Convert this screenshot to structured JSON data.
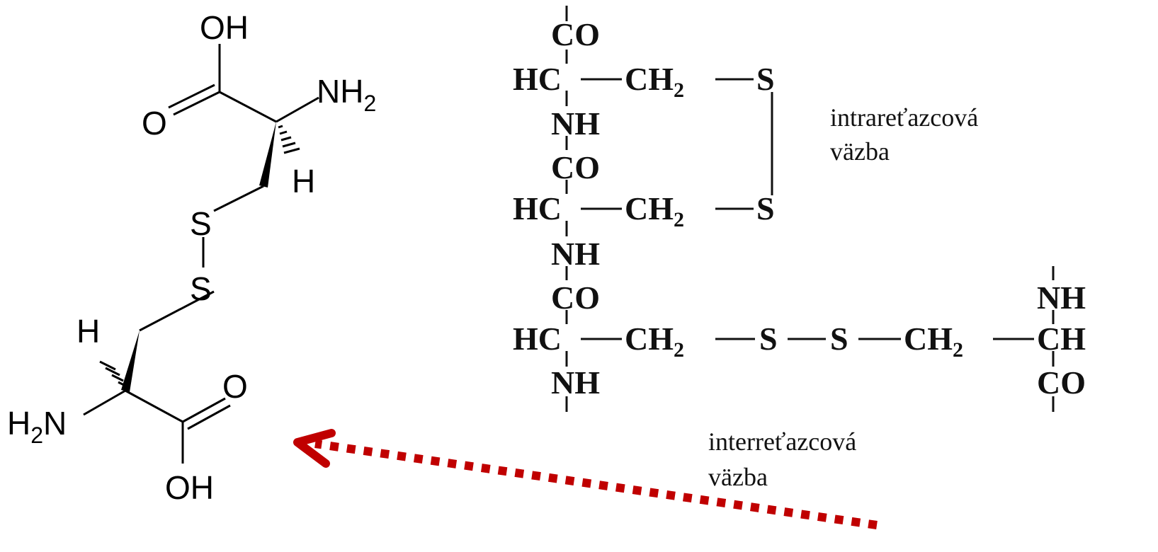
{
  "skeletal_structure": {
    "top_oh": "OH",
    "top_o": "O",
    "top_nh": "NH",
    "top_nh_sub": "2",
    "top_h": "H",
    "s1": "S",
    "s2": "S",
    "bottom_h": "H",
    "bottom_nh_prefix": "H",
    "bottom_nh_sub": "2",
    "bottom_nh_suffix": "N",
    "bottom_o": "O",
    "bottom_oh": "OH"
  },
  "chain_formula": {
    "co": "CO",
    "nh": "NH",
    "hc": "HC",
    "ch": "CH",
    "ch2_base": "CH",
    "ch2_sub": "2",
    "s": "S",
    "dash": "—"
  },
  "captions": {
    "intra_line1": "intrareťazcová",
    "intra_line2": "väzba",
    "inter_line1": "interreťazcová",
    "inter_line2": "väzba"
  },
  "colors": {
    "arrow": "#c00000",
    "ink": "#111111"
  }
}
